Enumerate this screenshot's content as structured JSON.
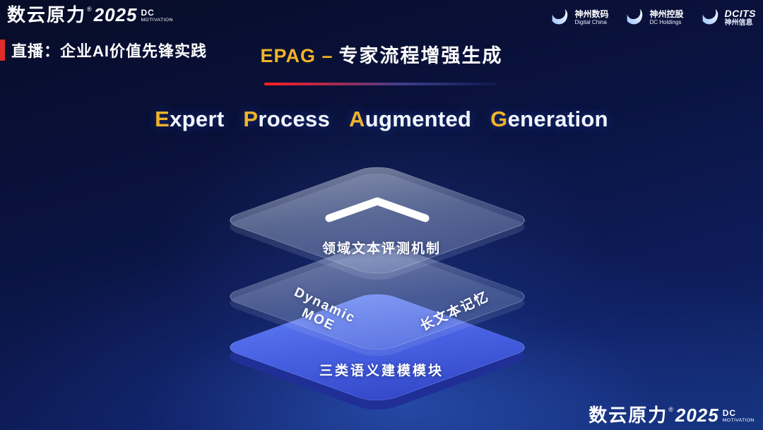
{
  "brand": {
    "name": "数云原力",
    "reg": "®",
    "year": "2025",
    "dc": "DC",
    "motivation": "MOTIVATION"
  },
  "header": {
    "live_label": "直播：企业AI价值先锋实践",
    "title_epag": "EPAG –",
    "title_zh": "专家流程增强生成",
    "partners": [
      {
        "line1": "神州数码",
        "line2": "Digital China"
      },
      {
        "line1": "神州控股",
        "line2": "DC Holdings"
      },
      {
        "line1": "DCITS",
        "line2": "神州信息"
      }
    ]
  },
  "subtitle": {
    "words": [
      {
        "initial": "E",
        "rest": "xpert"
      },
      {
        "initial": "P",
        "rest": "rocess"
      },
      {
        "initial": "A",
        "rest": "ugmented"
      },
      {
        "initial": "G",
        "rest": "eneration"
      }
    ]
  },
  "diagram": {
    "top_layer_label": "领域文本评测机制",
    "middle_layer_left_label": "Dynamic  MOE",
    "middle_layer_right_label": "长文本记忆",
    "bottom_layer_label": "三类语义建模模块"
  },
  "colors": {
    "accent_gold": "#f0b429",
    "accent_red": "#e02b2b",
    "layer_blue": "#4760e2",
    "background_navy": "#0a1340"
  }
}
